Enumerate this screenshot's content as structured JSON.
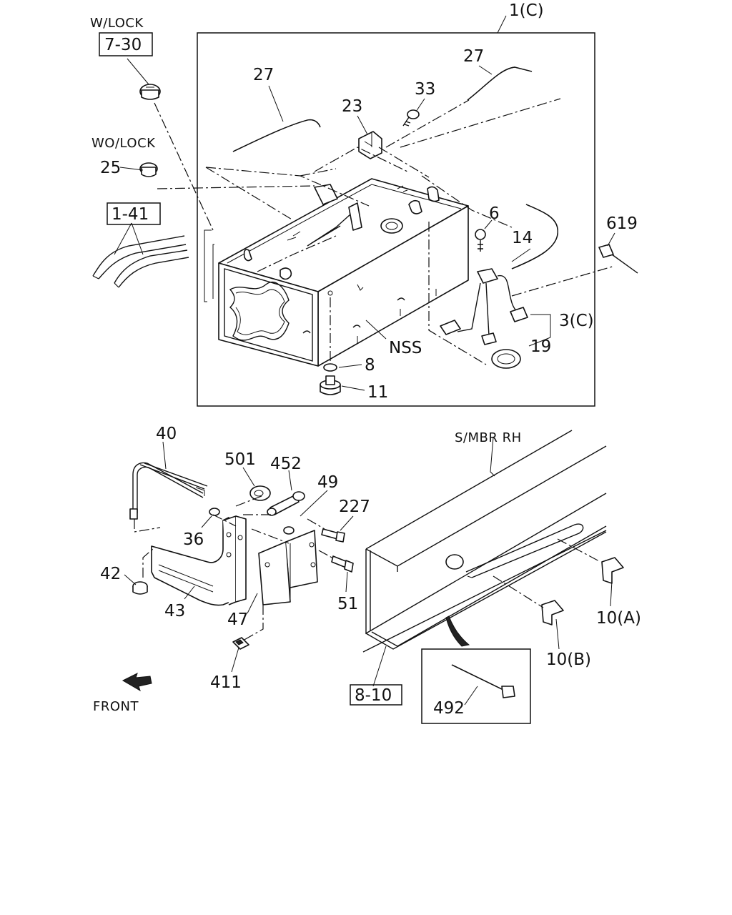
{
  "callouts": {
    "w_lock": "W/LOCK",
    "ref_7_30": "7-30",
    "wo_lock": "WO/LOCK",
    "p25": "25",
    "ref_1_41": "1-41",
    "p27_left": "27",
    "p23": "23",
    "p33": "33",
    "p27_right": "27",
    "p1c": "1(C)",
    "p6": "6",
    "p14": "14",
    "p619": "619",
    "p3c": "3(C)",
    "p19": "19",
    "nss": "NSS",
    "p8": "8",
    "p11": "11",
    "p40": "40",
    "p501": "501",
    "p452": "452",
    "p49": "49",
    "p227": "227",
    "p36": "36",
    "p42": "42",
    "p43": "43",
    "p47": "47",
    "p51": "51",
    "p411": "411",
    "front": "FRONT",
    "smbr_rh": "S/MBR RH",
    "p10a": "10(A)",
    "p10b": "10(B)",
    "ref_8_10": "8-10",
    "p492": "492"
  }
}
